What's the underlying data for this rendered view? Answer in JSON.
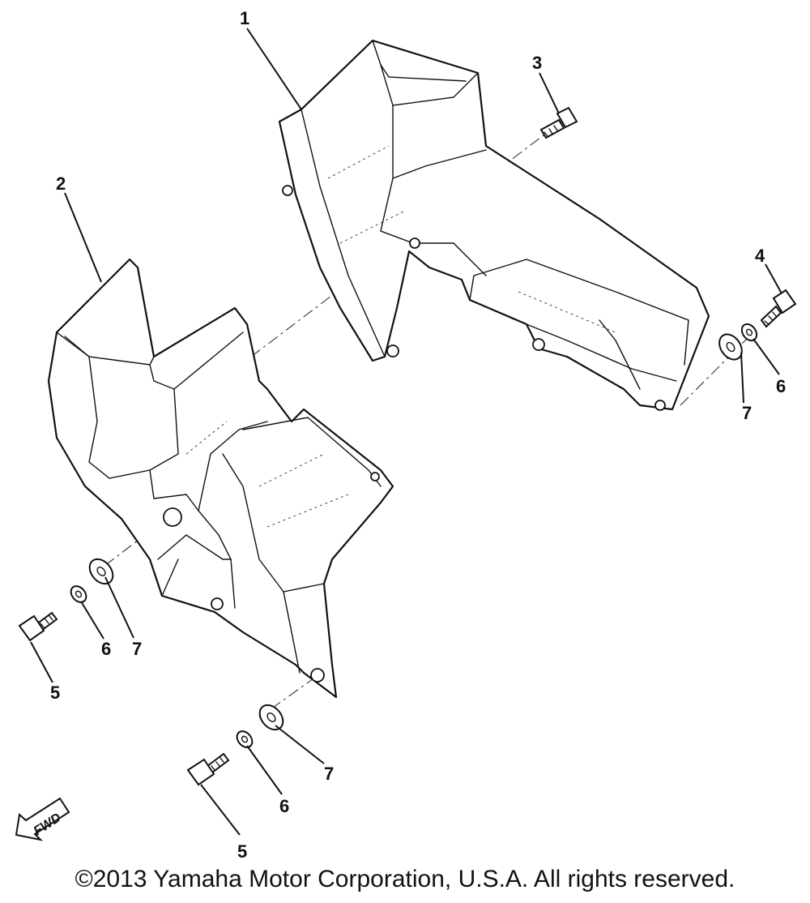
{
  "diagram": {
    "callouts": {
      "c1": "1",
      "c2": "2",
      "c3": "3",
      "c4": "4",
      "c5a": "5",
      "c5b": "5",
      "c6a": "6",
      "c6b": "6",
      "c6c": "6",
      "c7a": "7",
      "c7b": "7",
      "c7c": "7"
    },
    "fwd_label": "FWD",
    "line_color": "#111111"
  },
  "footer": {
    "copyright": "©2013 Yamaha Motor Corporation, U.S.A. All rights reserved."
  }
}
